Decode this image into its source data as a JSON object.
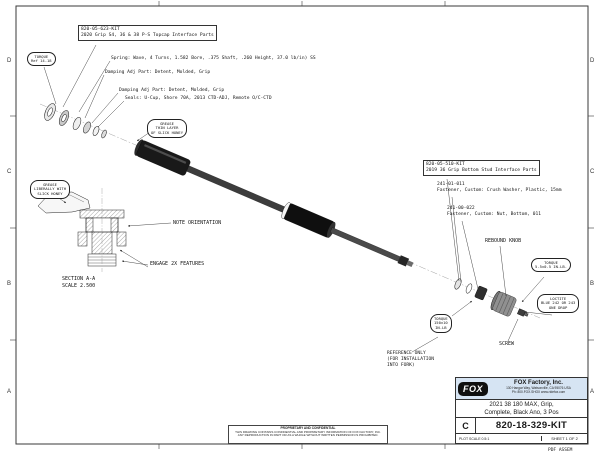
{
  "sheet": {
    "zones": [
      "D",
      "C",
      "B",
      "A"
    ],
    "corner_note": "PDF ASSEM"
  },
  "callouts": {
    "topcap_kit": {
      "pn": "820-05-623-KIT",
      "desc": "2020 Grip S4, 36 & 38 P-S Topcap Interface Parts"
    },
    "spring": "Spring: Wave, 4 Turns, 1.582 Bore, .375 Shaft, .260 Height, 37.0 lb/in) SS",
    "damping_adj_1": "Damping Adj Part: Detent, Molded, Grip",
    "damping_adj_2": "Damping Adj Part: Detent, Molded, Grip",
    "seals": "Seals: U-Cup, Shore 70A, 2013 CTD-ADJ, Remote O/C-CTD",
    "torque_ref": {
      "l1": "TORQUE",
      "l2": "Ref 14-18"
    },
    "grease_thin": {
      "l1": "GREASE",
      "l2": "THIN LAYER",
      "l3": "OF SLICK HONEY"
    },
    "grease_liberally": {
      "l1": "GREASE",
      "l2": "LIBERALLY WITH",
      "l3": "SLICK HONEY"
    },
    "note_orientation": "NOTE ORIENTATION",
    "engage_features": "ENGAGE 2X FEATURES",
    "section": {
      "l1": "SECTION  A-A",
      "l2": "SCALE  2.500"
    },
    "bottom_kit": {
      "pn": "820-05-510-KIT",
      "desc": "2019 36 Grip Bottom Stud Interface Parts"
    },
    "crush_washer": {
      "pn": "241-01-011",
      "desc": "Fastener, Custom: Crush Washer, Plastic, 15mm"
    },
    "bottom_nut": {
      "pn": "241-00-022",
      "desc": "Fastener, Custom: Nut, Bottom, 011"
    },
    "rebound_knob": "REBOUND KNOB",
    "torque_screw": {
      "l1": "TORQUE",
      "l2": "5.5±0.5 IN.LB."
    },
    "loctite": {
      "l1": "LOCTITE",
      "l2": "BLUE 242 OR 243",
      "l3": "ONE DROP"
    },
    "screw": "SCREW",
    "reference_only": {
      "l1": "REFERENCE ONLY",
      "l2": "(FOR INSTALLATION",
      "l3": "INTO FORK)"
    },
    "torque_nut": {
      "l1": "TORQUE",
      "l2": "150±10",
      "l3": "IN-LB"
    }
  },
  "title_block": {
    "logo": "FOX",
    "company": "FOX Factory, Inc.",
    "address": "130 Hangar Way, Watsonville, CA 95076 USA",
    "phone": "Ph: 800.FOX.SHOX   www.ridefox.com",
    "title_l1": "2021 38 180 MAX, Grip,",
    "title_l2": "Complete, Black Ano, 3 Pos",
    "size": "C",
    "dwg_no": "820-18-329-KIT",
    "plot_scale": "PLOT SCALE 0.5:1",
    "sheet": "SHEET 1 OF 2"
  },
  "proprietary": {
    "heading": "PROPRIETARY AND CONFIDENTIAL",
    "body_l1": "THIS DRAWING CONTAINS CONFIDENTIAL AND PROPRIETARY INFORMATION OF FOX FACTORY, INC.",
    "body_l2": "ANY REPRODUCTION IN PART OR AS A WHOLE WITHOUT WRITTEN PERMISSION IS PROHIBITED."
  }
}
